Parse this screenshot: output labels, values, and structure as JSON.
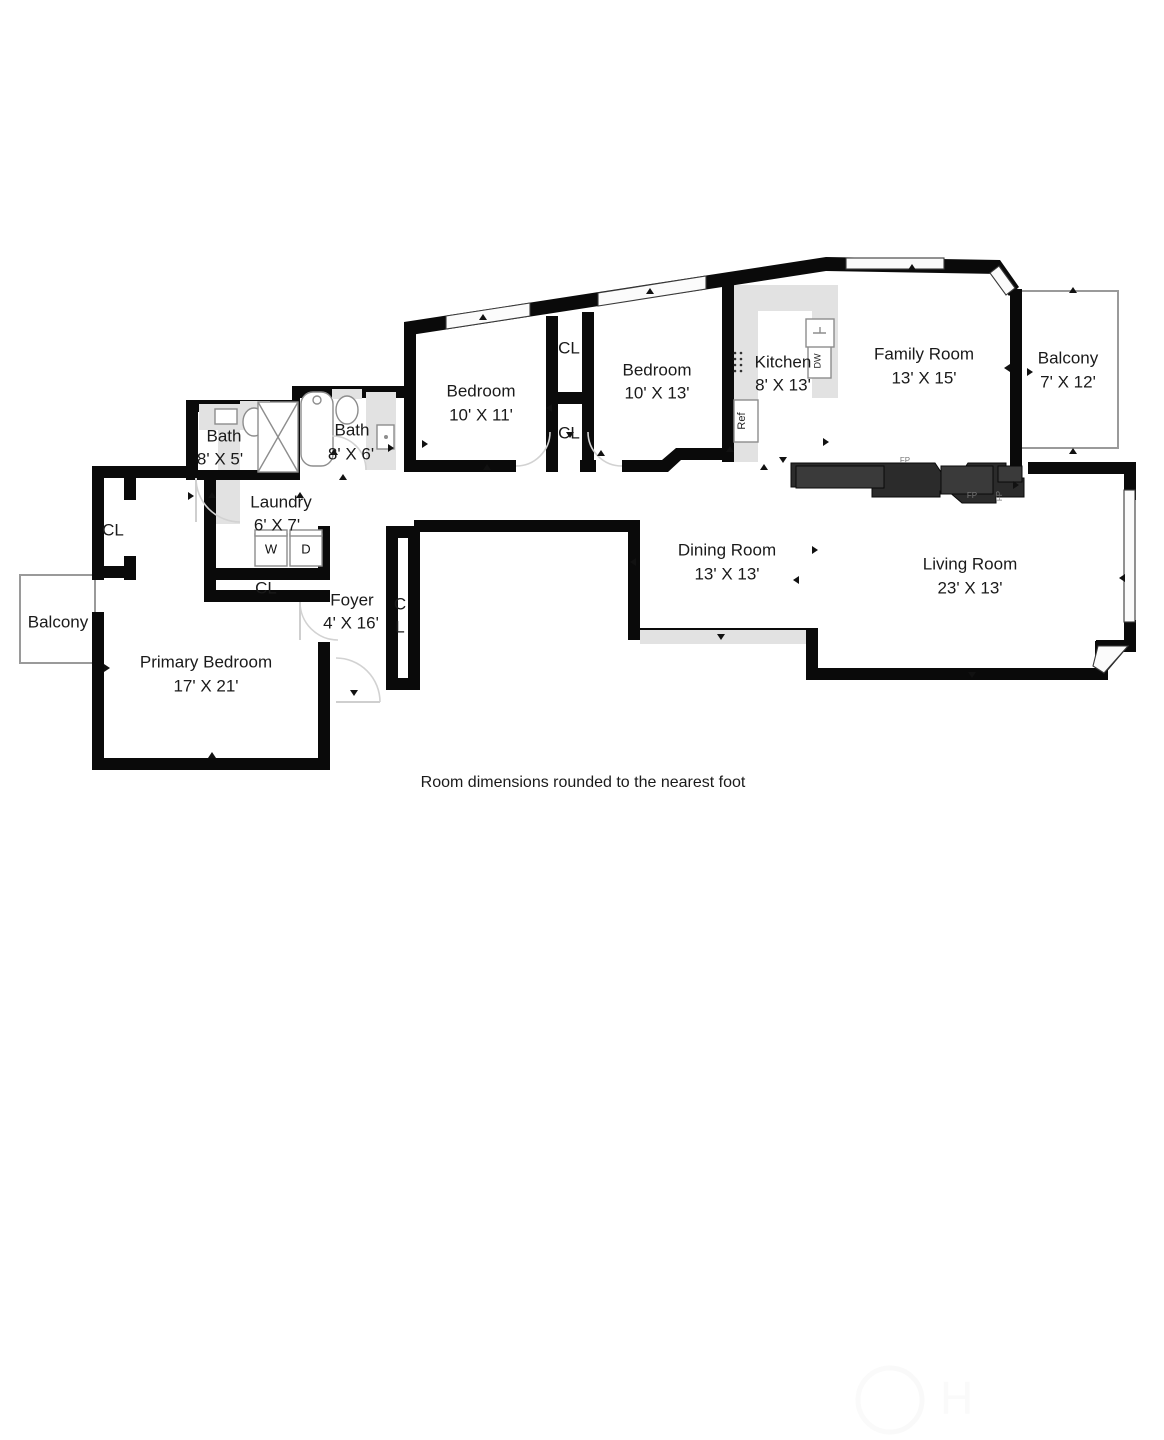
{
  "document": {
    "type": "floor-plan",
    "caption": "Room dimensions rounded to the nearest foot",
    "background_color": "#ffffff",
    "wall_color": "#0a0a0a",
    "fixture_color": "#e2e2e2"
  },
  "rooms": [
    {
      "id": "primary-bedroom",
      "name": "Primary Bedroom",
      "dimensions": "17' X 21'"
    },
    {
      "id": "bedroom-2",
      "name": "Bedroom",
      "dimensions": "10' X 11'"
    },
    {
      "id": "bedroom-3",
      "name": "Bedroom",
      "dimensions": "10' X 13'"
    },
    {
      "id": "bath-1",
      "name": "Bath",
      "dimensions": "8' X 5'"
    },
    {
      "id": "bath-2",
      "name": "Bath",
      "dimensions": "8' X 6'"
    },
    {
      "id": "laundry",
      "name": "Laundry",
      "dimensions": "6' X 7'"
    },
    {
      "id": "foyer",
      "name": "Foyer",
      "dimensions": "4' X 16'"
    },
    {
      "id": "kitchen",
      "name": "Kitchen",
      "dimensions": "8' X 13'"
    },
    {
      "id": "family-room",
      "name": "Family Room",
      "dimensions": "13' X 15'"
    },
    {
      "id": "dining-room",
      "name": "Dining Room",
      "dimensions": "13' X 13'"
    },
    {
      "id": "living-room",
      "name": "Living Room",
      "dimensions": "23' X 13'"
    },
    {
      "id": "balcony-right",
      "name": "Balcony",
      "dimensions": "7' X 12'"
    },
    {
      "id": "balcony-left",
      "name": "Balcony",
      "dimensions": ""
    }
  ],
  "closets": [
    {
      "id": "closet-primary",
      "label": "CL"
    },
    {
      "id": "closet-hall",
      "label": "CL"
    },
    {
      "id": "closet-bedroom2-upper",
      "label": "CL"
    },
    {
      "id": "closet-bedroom2-lower",
      "label": "CL"
    },
    {
      "id": "closet-foyer-line1",
      "label": "C"
    },
    {
      "id": "closet-foyer-line2",
      "label": "L"
    }
  ],
  "appliances": [
    {
      "id": "washer",
      "label": "W"
    },
    {
      "id": "dryer",
      "label": "D"
    },
    {
      "id": "refrigerator",
      "label": "Ref"
    },
    {
      "id": "dishwasher",
      "label": "DW"
    }
  ],
  "annotations": [
    {
      "id": "fireplace-1",
      "label": "FP"
    },
    {
      "id": "fireplace-2",
      "label": "FP"
    },
    {
      "id": "fireplace-3",
      "label": "FP"
    }
  ]
}
